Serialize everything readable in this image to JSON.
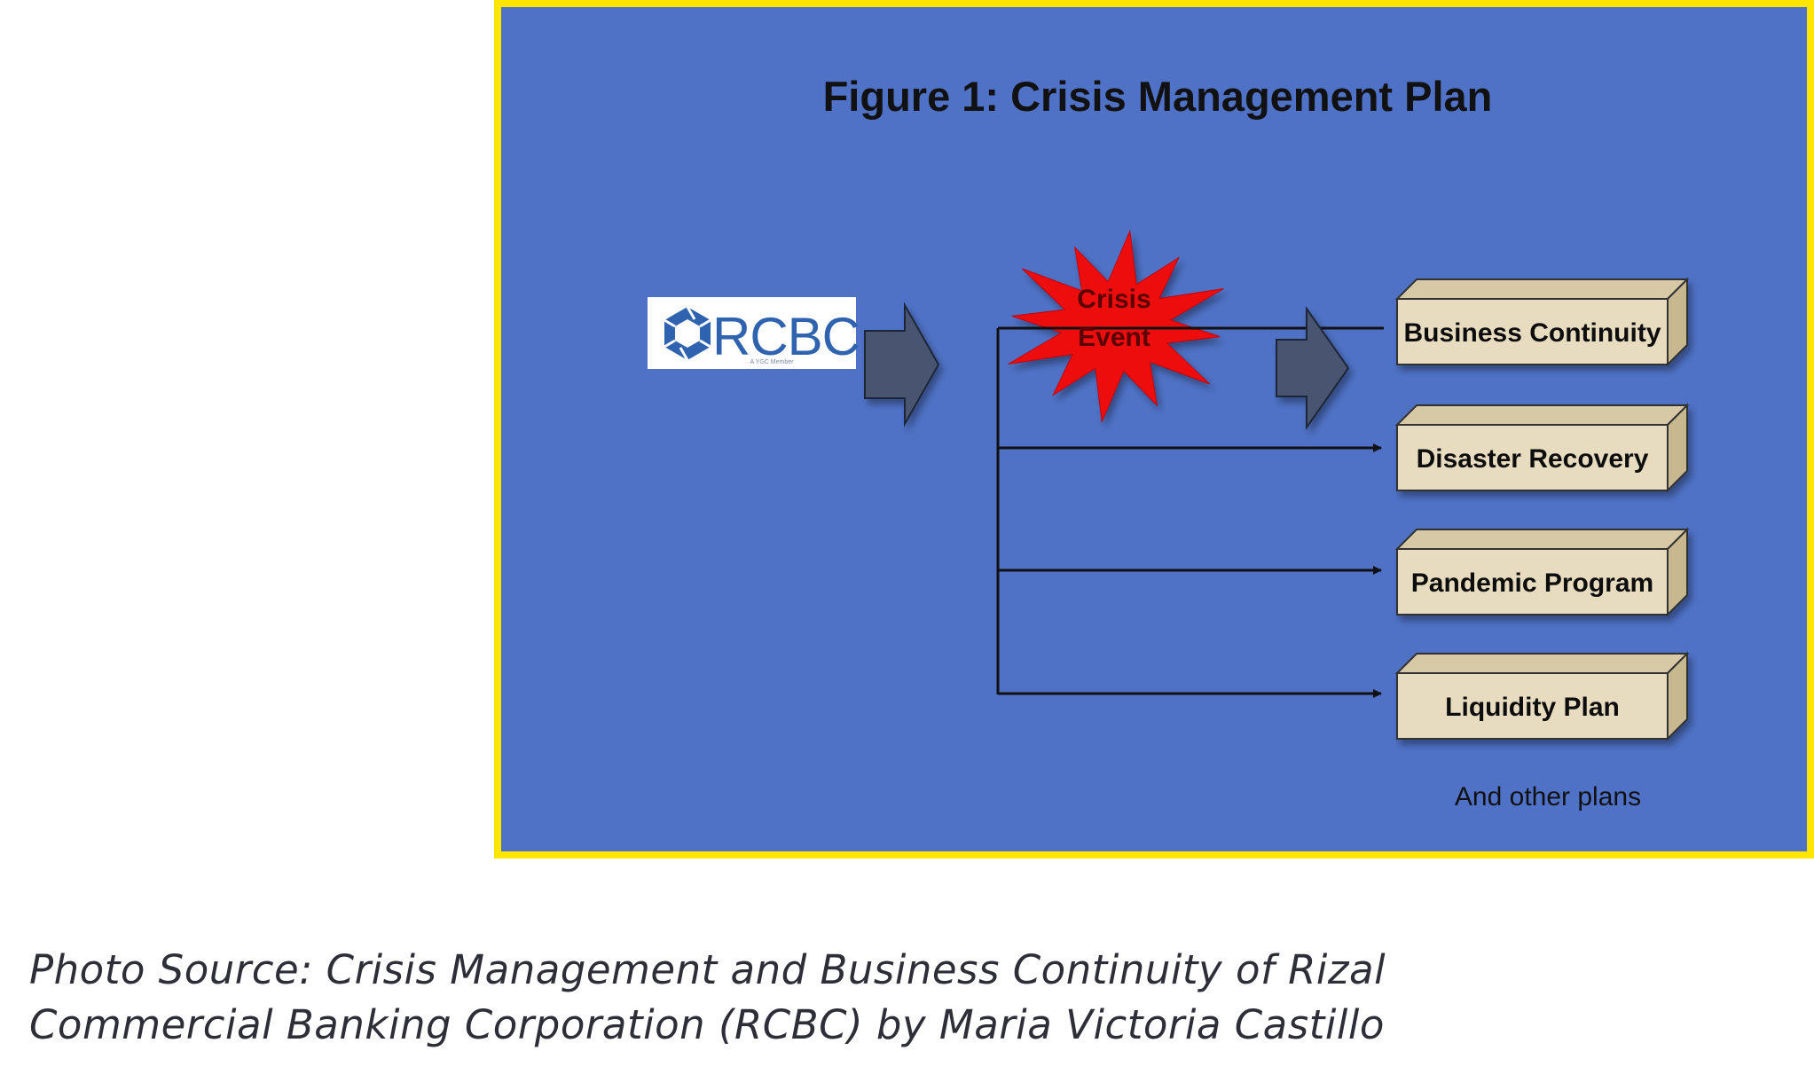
{
  "figure": {
    "title": "Figure 1: Crisis Management Plan",
    "logo_text": "RCBC",
    "logo_subtext": "A YGC Member",
    "crisis_event": [
      "Crisis",
      "Event"
    ],
    "plans": [
      {
        "label": "Business Continuity"
      },
      {
        "label": "Disaster Recovery"
      },
      {
        "label": "Pandemic Program"
      },
      {
        "label": "Liquidity Plan"
      }
    ],
    "other_plans": "And other plans",
    "colors": {
      "background": "#4f72c6",
      "border": "#ffe600",
      "starburst": "#ee1111",
      "box_fill": "#e8dcc0",
      "arrow_fill": "#4a5570",
      "logo_blue": "#2f63b0"
    }
  },
  "caption": {
    "line1": "Photo Source: Crisis Management and Business Continuity of Rizal",
    "line2": "Commercial Banking Corporation (RCBC) by Maria Victoria Castillo"
  }
}
